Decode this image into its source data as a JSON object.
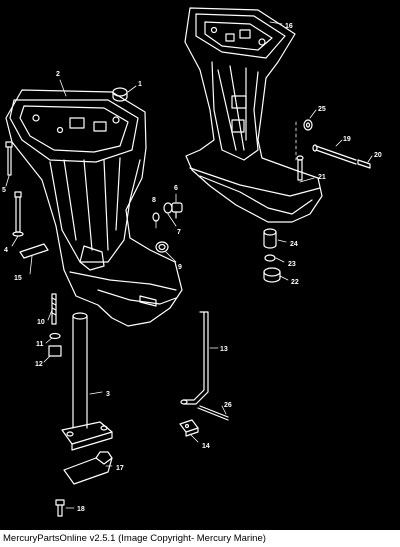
{
  "diagram": {
    "colors": {
      "background": "#000000",
      "line": "#ffffff",
      "footer_bg": "#ffffff",
      "footer_text": "#000000"
    },
    "callouts": [
      "1",
      "2",
      "3",
      "4",
      "5",
      "6",
      "7",
      "8",
      "9",
      "10",
      "11",
      "12",
      "13",
      "14",
      "15",
      "16",
      "17",
      "18",
      "19",
      "20",
      "21",
      "22",
      "23",
      "24",
      "25",
      "26"
    ]
  },
  "footer": {
    "text": "MercuryPartsOnline v2.5.1 (Image Copyright- Mercury Marine)"
  }
}
